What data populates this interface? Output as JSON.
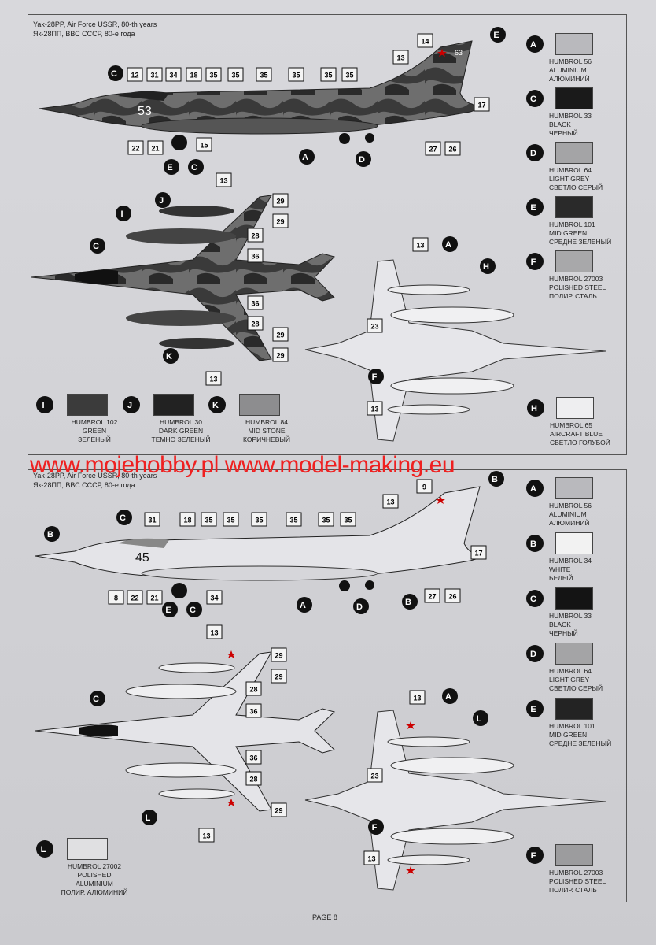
{
  "header_top": {
    "line1": "Yak-28PP, Air Force USSR, 80-th years",
    "line2": "Як-28ПП, ВВС СССР, 80-е года"
  },
  "header_bot": {
    "line1": "Yak-28PP, Air Force USSR, 80-th years",
    "line2": "Як-28ПП, ВВС СССР, 80-е года"
  },
  "watermark": "www.mojehobby.pl www.model-making.eu",
  "page_label": "PAGE 8",
  "tail_numbers": {
    "top": "53",
    "bottom": "45",
    "top_fin": "63"
  },
  "swatches_top_right": [
    {
      "letter": "A",
      "code": "HUMBROL 56",
      "en": "ALUMINIUM",
      "ru": "АЛЮМИНИЙ",
      "color": "#b9b9bd"
    },
    {
      "letter": "C",
      "code": "HUMBROL 33",
      "en": "BLACK",
      "ru": "ЧЕРНЫЙ",
      "color": "#1a1a1a"
    },
    {
      "letter": "D",
      "code": "HUMBROL 64",
      "en": "LIGHT GREY",
      "ru": "СВЕТЛО СЕРЫЙ",
      "color": "#a4a4a6"
    },
    {
      "letter": "E",
      "code": "HUMBROL 101",
      "en": "MID GREEN",
      "ru": "СРЕДНЕ ЗЕЛЕНЫЙ",
      "color": "#2a2a2a"
    },
    {
      "letter": "F",
      "code": "HUMBROL 27003",
      "en": "POLISHED STEEL",
      "ru": "ПОЛИР. СТАЛЬ",
      "color": "#a8a8aa"
    }
  ],
  "swatches_top_bottom": [
    {
      "letter": "I",
      "code": "HUMBROL 102",
      "en": "GREEN",
      "ru": "ЗЕЛЕНЫЙ",
      "color": "#3b3b3b"
    },
    {
      "letter": "J",
      "code": "HUMBROL 30",
      "en": "DARK GREEN",
      "ru": "ТЕМНО ЗЕЛЕНЫЙ",
      "color": "#222222"
    },
    {
      "letter": "K",
      "code": "HUMBROL 84",
      "en": "MID STONE",
      "ru": "КОРИЧНЕВЫЙ",
      "color": "#8d8d8f"
    },
    {
      "letter": "H",
      "code": "HUMBROL 65",
      "en": "AIRCRAFT BLUE",
      "ru": "СВЕТЛО ГОЛУБОЙ",
      "color": "#eeeef0"
    }
  ],
  "swatches_bot_right": [
    {
      "letter": "A",
      "code": "HUMBROL 56",
      "en": "ALUMINIUM",
      "ru": "АЛЮМИНИЙ",
      "color": "#b9b9bd"
    },
    {
      "letter": "B",
      "code": "HUMBROL 34",
      "en": "WHITE",
      "ru": "БЕЛЫЙ",
      "color": "#f2f2f2"
    },
    {
      "letter": "C",
      "code": "HUMBROL 33",
      "en": "BLACK",
      "ru": "ЧЕРНЫЙ",
      "color": "#141414"
    },
    {
      "letter": "D",
      "code": "HUMBROL 64",
      "en": "LIGHT GREY",
      "ru": "СВЕТЛО СЕРЫЙ",
      "color": "#a4a4a6"
    },
    {
      "letter": "E",
      "code": "HUMBROL 101",
      "en": "MID GREEN",
      "ru": "СРЕДНЕ ЗЕЛЕНЫЙ",
      "color": "#232323"
    }
  ],
  "swatch_bot_left": {
    "letter": "L",
    "code": "HUMBROL 27002",
    "en": "POLISHED ALUMINIUM",
    "ru": "ПОЛИР. АЛЮМИНИЙ",
    "color": "#e0e0e2"
  },
  "swatch_bot_f": {
    "letter": "F",
    "code": "HUMBROL 27003",
    "en": "POLISHED STEEL",
    "ru": "ПОЛИР. СТАЛЬ",
    "color": "#9c9c9e"
  },
  "callouts": {
    "top_side": [
      "12",
      "31",
      "34",
      "18",
      "35",
      "35",
      "35",
      "35",
      "35",
      "35",
      "14",
      "13",
      "22",
      "21",
      "15",
      "17",
      "27",
      "26"
    ],
    "top_upper": [
      "13",
      "29",
      "29",
      "28",
      "36",
      "36",
      "28",
      "29",
      "29",
      "13"
    ],
    "top_lower": [
      "13",
      "23",
      "13"
    ],
    "bot_side": [
      "9",
      "13",
      "31",
      "18",
      "35",
      "35",
      "35",
      "35",
      "35",
      "35",
      "17",
      "8",
      "22",
      "21",
      "34",
      "27",
      "26"
    ],
    "bot_upper": [
      "13",
      "29",
      "29",
      "28",
      "36",
      "36",
      "28",
      "29",
      "13"
    ],
    "bot_lower": [
      "13",
      "23",
      "13"
    ]
  }
}
